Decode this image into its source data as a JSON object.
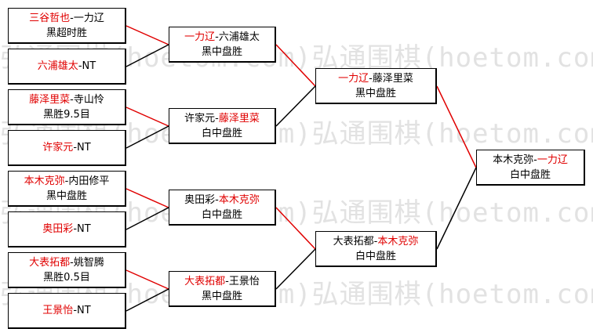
{
  "watermark": "弘通围棋(hoetom.com)弘通围棋(hoetom.com)弘通围棋(hoetom.com)",
  "colors": {
    "winner": "#e00000",
    "text": "#000000",
    "connector_win": "#e00000",
    "connector_loss": "#000000"
  },
  "round1": [
    {
      "a": "三谷哲也",
      "b": "一力辽",
      "winner": "a",
      "result": "黑超时胜"
    },
    {
      "a": "六浦雄太",
      "b": "NT",
      "winner": "a",
      "result": ""
    },
    {
      "a": "藤泽里菜",
      "b": "寺山怜",
      "winner": "a",
      "result": "黑胜9.5目"
    },
    {
      "a": "许家元",
      "b": "NT",
      "winner": "a",
      "result": ""
    },
    {
      "a": "本木克弥",
      "b": "内田修平",
      "winner": "a",
      "result": "黑中盘胜"
    },
    {
      "a": "奥田彩",
      "b": "NT",
      "winner": "a",
      "result": ""
    },
    {
      "a": "大表拓都",
      "b": "姚智腾",
      "winner": "a",
      "result": "黑胜0.5目"
    },
    {
      "a": "王景怡",
      "b": "NT",
      "winner": "a",
      "result": ""
    }
  ],
  "round2": [
    {
      "a": "一力辽",
      "b": "六浦雄太",
      "winner": "a",
      "result": "黑中盘胜"
    },
    {
      "a": "许家元",
      "b": "藤泽里菜",
      "winner": "b",
      "result": "白中盘胜"
    },
    {
      "a": "奥田彩",
      "b": "本木克弥",
      "winner": "b",
      "result": "白中盘胜"
    },
    {
      "a": "大表拓都",
      "b": "王景怡",
      "winner": "a",
      "result": "黑中盘胜"
    }
  ],
  "round3": [
    {
      "a": "一力辽",
      "b": "藤泽里菜",
      "winner": "a",
      "result": "黑中盘胜"
    },
    {
      "a": "大表拓都",
      "b": "本木克弥",
      "winner": "b",
      "result": "白中盘胜"
    }
  ],
  "final": [
    {
      "a": "本木克弥",
      "b": "一力辽",
      "winner": "b",
      "result": "白中盘胜"
    }
  ]
}
